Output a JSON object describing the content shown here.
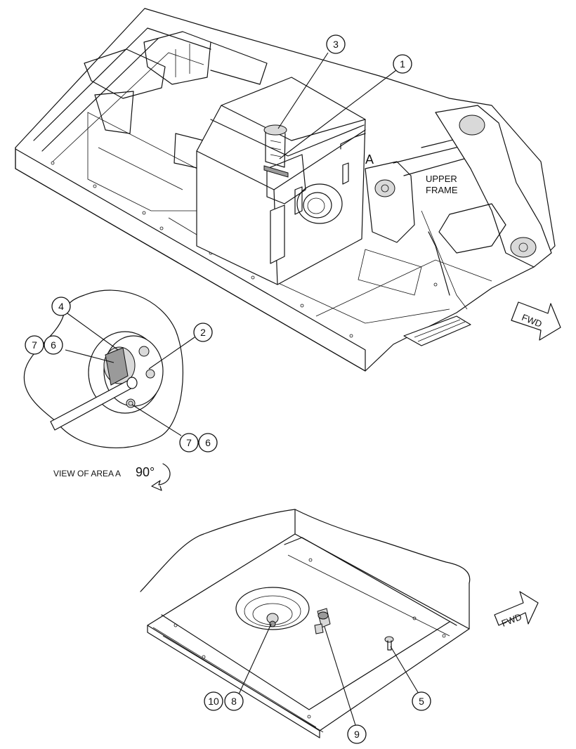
{
  "callouts": {
    "c1": "1",
    "c2": "2",
    "c3": "3",
    "c4": "4",
    "c5": "5",
    "c6a": "6",
    "c6b": "6",
    "c7a": "7",
    "c7b": "7",
    "c8": "8",
    "c9": "9",
    "c10": "10"
  },
  "labels": {
    "area_marker": "A",
    "upper_frame_line1": "UPPER",
    "upper_frame_line2": "FRAME",
    "view_caption": "VIEW OF AREA A",
    "view_angle": "90°",
    "fwd_top": "FWD",
    "fwd_bottom": "FWD"
  }
}
